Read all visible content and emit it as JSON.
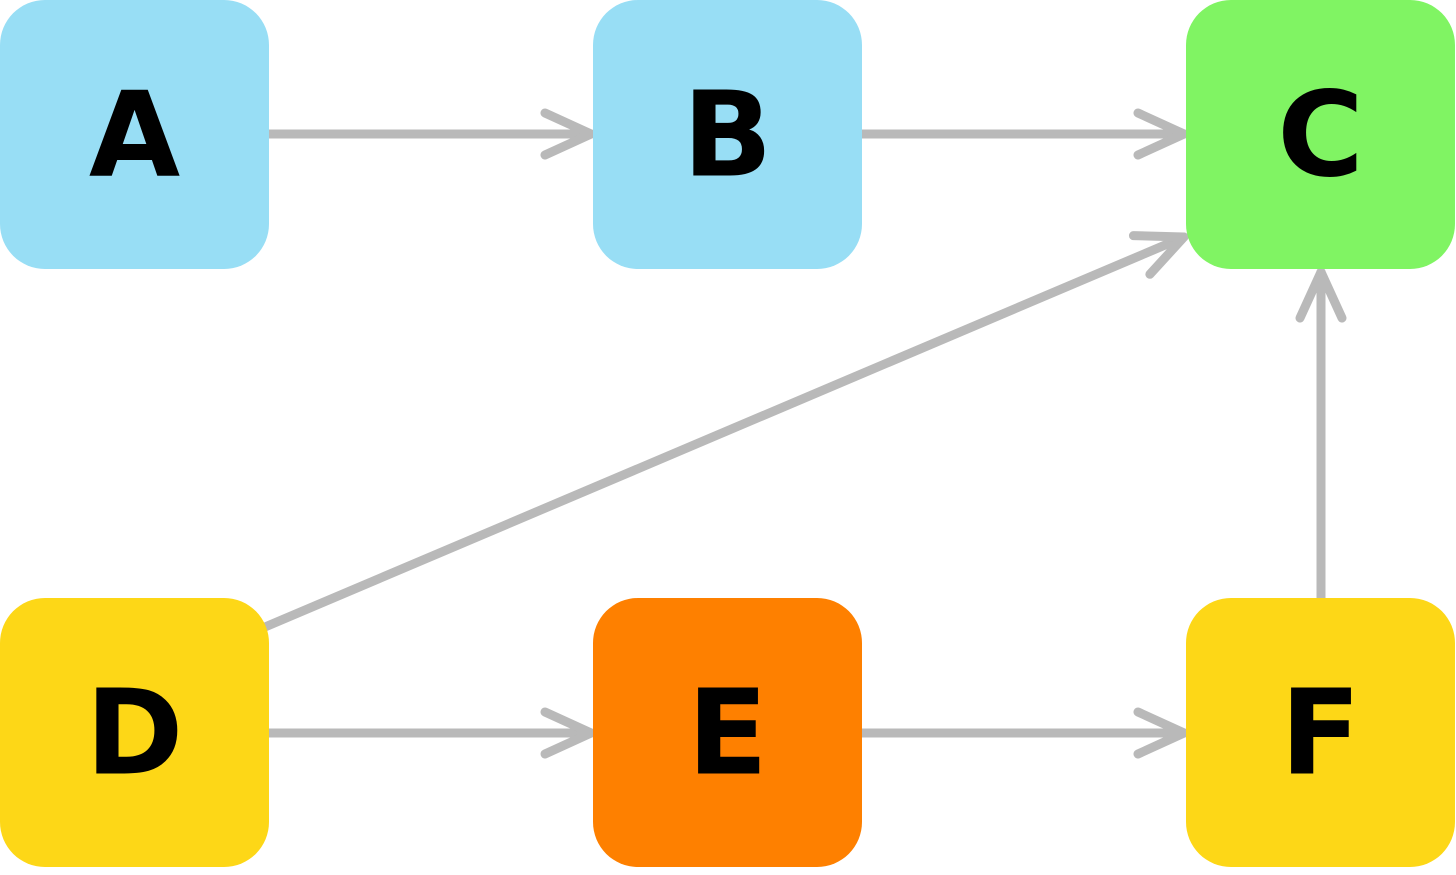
{
  "colors": {
    "background": "#ffffff",
    "edge": "#b9b9b9",
    "label": "#000000"
  },
  "nodes": [
    {
      "id": "A",
      "label": "A",
      "color": "#98def5"
    },
    {
      "id": "B",
      "label": "B",
      "color": "#98def5"
    },
    {
      "id": "C",
      "label": "C",
      "color": "#80f463"
    },
    {
      "id": "D",
      "label": "D",
      "color": "#fdd717"
    },
    {
      "id": "E",
      "label": "E",
      "color": "#fe8000"
    },
    {
      "id": "F",
      "label": "F",
      "color": "#fdd717"
    }
  ],
  "edges": [
    {
      "from": "A",
      "to": "B"
    },
    {
      "from": "B",
      "to": "C"
    },
    {
      "from": "D",
      "to": "C"
    },
    {
      "from": "D",
      "to": "E"
    },
    {
      "from": "E",
      "to": "F"
    },
    {
      "from": "F",
      "to": "C"
    }
  ]
}
